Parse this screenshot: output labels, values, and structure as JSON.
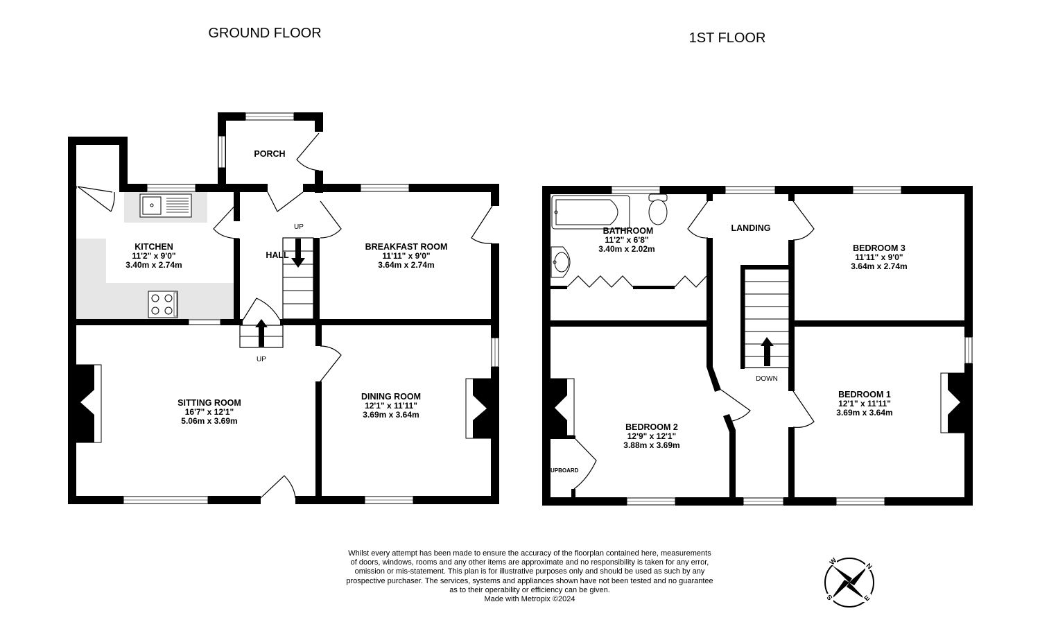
{
  "floors": {
    "ground": {
      "title": "GROUND FLOOR"
    },
    "first": {
      "title": "1ST FLOOR"
    }
  },
  "rooms": {
    "porch": {
      "name": "PORCH"
    },
    "kitchen": {
      "name": "KITCHEN",
      "imperial": "11'2\"  x 9'0\"",
      "metric": "3.40m  x 2.74m"
    },
    "hall": {
      "name": "HALL"
    },
    "breakfast": {
      "name": "BREAKFAST ROOM",
      "imperial": "11'11\"  x 9'0\"",
      "metric": "3.64m  x 2.74m"
    },
    "sitting": {
      "name": "SITTING ROOM",
      "imperial": "16'7\"  x 12'1\"",
      "metric": "5.06m  x 3.69m"
    },
    "dining": {
      "name": "DINING ROOM",
      "imperial": "12'1\"  x 11'11\"",
      "metric": "3.69m  x 3.64m"
    },
    "bathroom": {
      "name": "BATHROOM",
      "imperial": "11'2\"  x 6'8\"",
      "metric": "3.40m  x 2.02m"
    },
    "landing": {
      "name": "LANDING"
    },
    "bedroom3": {
      "name": "BEDROOM 3",
      "imperial": "11'11\"  x 9'0\"",
      "metric": "3.64m  x 2.74m"
    },
    "bedroom2": {
      "name": "BEDROOM 2",
      "imperial": "12'9\"  x 12'1\"",
      "metric": "3.88m  x 3.69m"
    },
    "bedroom1": {
      "name": "BEDROOM 1",
      "imperial": "12'1\"  x 11'11\"",
      "metric": "3.69m  x 3.64m"
    },
    "cupboard": {
      "name": "UPBOARD"
    }
  },
  "stair_labels": {
    "hall_up": "UP",
    "sitting_up": "UP",
    "landing_down": "DOWN"
  },
  "disclaimer": [
    "Whilst every attempt has been made to ensure the accuracy of the floorplan contained here, measurements",
    "of doors, windows, rooms and any other items are approximate and no responsibility is taken for any error,",
    "omission or mis-statement. This plan is for illustrative purposes only and should be used as such by any",
    "prospective purchaser. The services, systems and appliances shown have not been tested and no guarantee",
    "as to their operability or efficiency can be given.",
    "Made with Metropix ©2024"
  ],
  "compass": {
    "n": "N",
    "e": "E",
    "s": "S",
    "w": "W"
  },
  "colors": {
    "wall": "#000000",
    "worktop": "#e6e6e6",
    "background": "#ffffff"
  }
}
